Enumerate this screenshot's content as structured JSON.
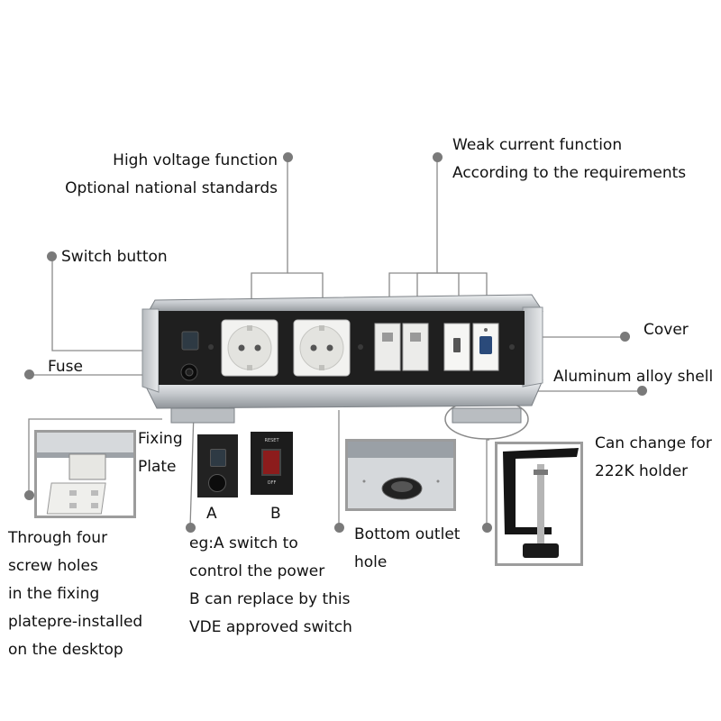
{
  "labels": {
    "high_voltage": [
      "High voltage function",
      "Optional national standards"
    ],
    "weak_current": [
      "Weak current function",
      "According to the requirements"
    ],
    "switch_button": "Switch button",
    "fuse": "Fuse",
    "cover": "Cover",
    "aluminum_shell": "Aluminum alloy shell",
    "fixing_plate": [
      "Fixing",
      "Plate"
    ],
    "can_change": [
      "Can change for",
      "222K holder"
    ],
    "switch_a": "A",
    "switch_b": "B",
    "through_holes": [
      "Through four",
      "screw holes",
      "in the fixing",
      "platepre-installed",
      "on the desktop"
    ],
    "switch_note": [
      "eg:A switch to",
      "control the power",
      "B can replace by this",
      "VDE approved switch"
    ],
    "bottom_outlet": [
      "Bottom outlet",
      "hole"
    ],
    "switch_b_marks": [
      "RESET",
      "OFF"
    ]
  },
  "colors": {
    "shell": "#c9ccd0",
    "panel": "#1f1f1f",
    "socket": "#f2f2f0",
    "leader": "#8a8a8a",
    "switch_red": "#8c1c1c"
  }
}
